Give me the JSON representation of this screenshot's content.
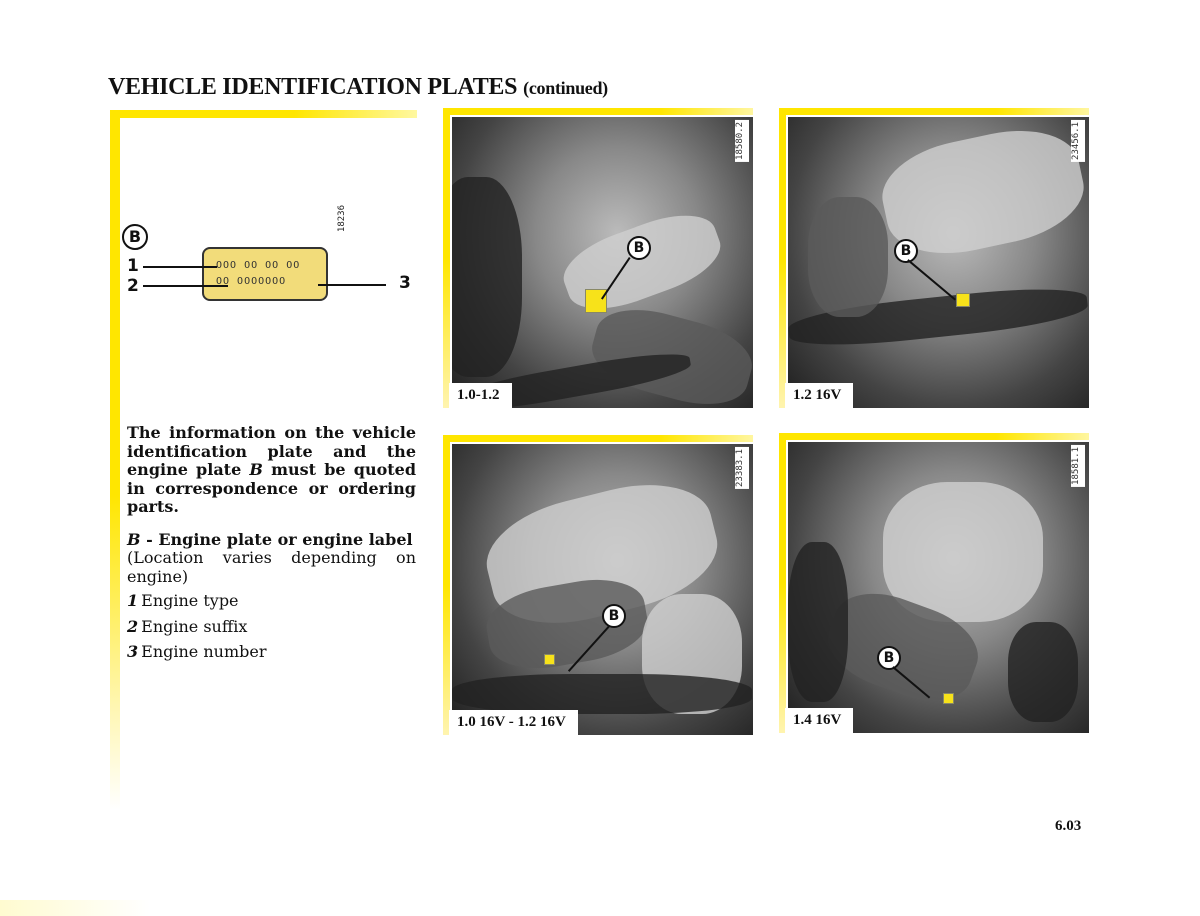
{
  "page": {
    "title_main": "VEHICLE IDENTIFICATION PLATES",
    "title_suffix": "(continued)",
    "page_number": "6.03"
  },
  "diagram": {
    "marker": "B",
    "code": "18236",
    "plate_line1": "OOO OO OO OO",
    "plate_line2": "OO OOOOOOO",
    "callouts": [
      "1",
      "2",
      "3"
    ]
  },
  "text": {
    "intro_part1": "The information on the vehicle identification plate and the engine plate ",
    "intro_b": "B",
    "intro_part2": " must be quoted in correspondence or ordering parts.",
    "legend_b_letter": "B",
    "legend_b_dash": " - ",
    "legend_b_label": "Engine plate or engine label",
    "legend_b_note": "(Location varies depending on engine)",
    "items": [
      {
        "num": "1",
        "label": "Engine type"
      },
      {
        "num": "2",
        "label": "Engine suffix"
      },
      {
        "num": "3",
        "label": "Engine number"
      }
    ]
  },
  "photos": [
    {
      "caption": "1.0-1.2",
      "code": "18580.2",
      "marker": "B"
    },
    {
      "caption": "1.2 16V",
      "code": "23456.1",
      "marker": "B"
    },
    {
      "caption": "1.0 16V - 1.2 16V",
      "code": "23383.1",
      "marker": "B"
    },
    {
      "caption": "1.4 16V",
      "code": "18581.1",
      "marker": "B"
    }
  ],
  "colors": {
    "accent_yellow": "#ffe600",
    "plate_fill": "#f2dc7a",
    "highlight": "#f7e21a"
  }
}
